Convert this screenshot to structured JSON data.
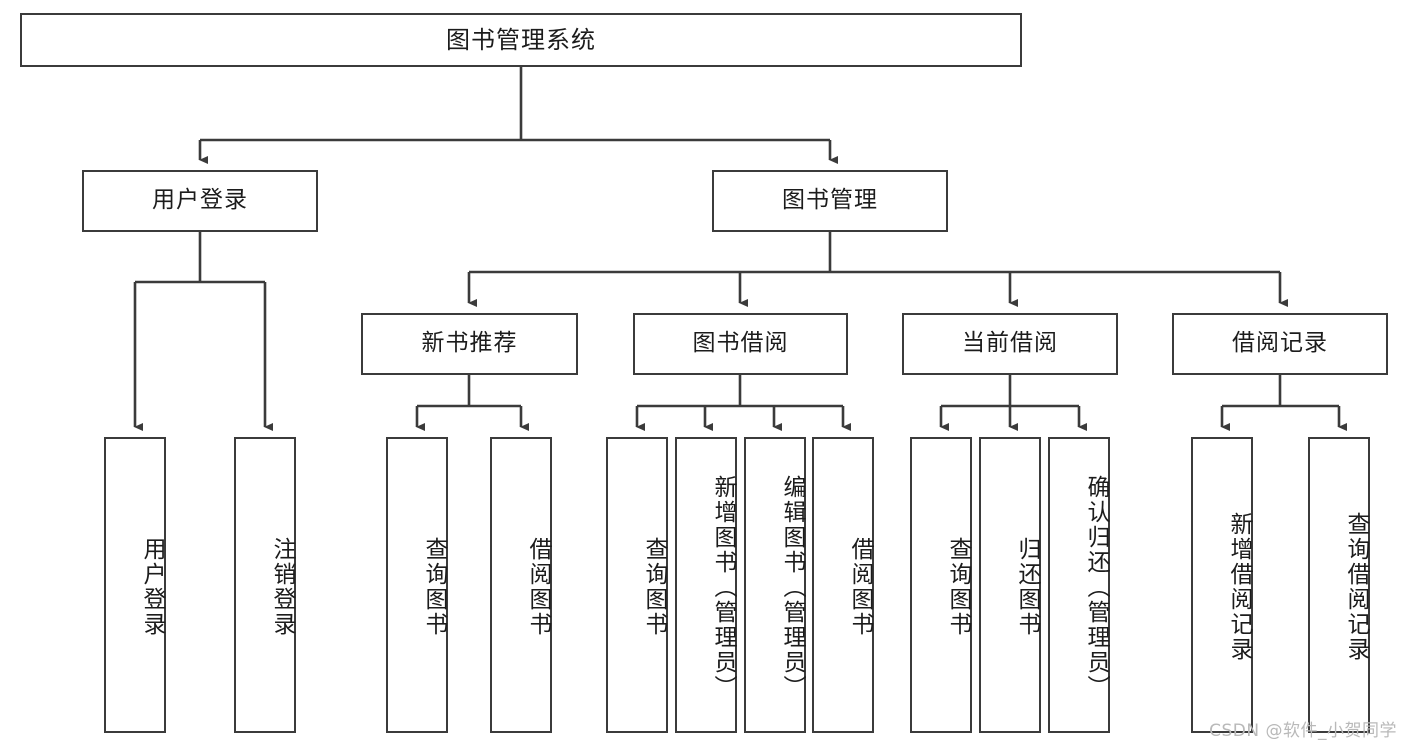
{
  "diagram": {
    "title_text": "图书管理系统",
    "type": "hierarchy-tree",
    "colors": {
      "box_border": "#3b3b3b",
      "box_fill": "#ffffff",
      "edge": "#3b3b3b",
      "text": "#1c1c1c",
      "watermark": "#b9b9b9",
      "background": "#ffffff"
    },
    "levels": {
      "root": {
        "label": "图书管理系统"
      },
      "level2": [
        {
          "id": "user-login",
          "label": "用户登录"
        },
        {
          "id": "book-management",
          "label": "图书管理"
        }
      ],
      "level3": [
        {
          "id": "new-book-recommend",
          "label": "新书推荐",
          "parent": "book-management"
        },
        {
          "id": "book-borrow",
          "label": "图书借阅",
          "parent": "book-management"
        },
        {
          "id": "current-borrow",
          "label": "当前借阅",
          "parent": "book-management"
        },
        {
          "id": "borrow-record",
          "label": "借阅记录",
          "parent": "book-management"
        }
      ],
      "leaves": [
        {
          "id": "leaf-user-login",
          "label": "用户登录",
          "parent": "user-login"
        },
        {
          "id": "leaf-user-logout",
          "label": "注销登录",
          "parent": "user-login"
        },
        {
          "id": "leaf-query-book-1",
          "label": "查询图书",
          "parent": "new-book-recommend"
        },
        {
          "id": "leaf-borrow-book-1",
          "label": "借阅图书",
          "parent": "new-book-recommend"
        },
        {
          "id": "leaf-query-book-2",
          "label": "查询图书",
          "parent": "book-borrow"
        },
        {
          "id": "leaf-add-book",
          "label": "新增图书（管理员）",
          "parent": "book-borrow"
        },
        {
          "id": "leaf-edit-book",
          "label": "编辑图书（管理员）",
          "parent": "book-borrow"
        },
        {
          "id": "leaf-borrow-book-2",
          "label": "借阅图书",
          "parent": "book-borrow"
        },
        {
          "id": "leaf-query-book-3",
          "label": "查询图书",
          "parent": "current-borrow"
        },
        {
          "id": "leaf-return-book",
          "label": "归还图书",
          "parent": "current-borrow"
        },
        {
          "id": "leaf-confirm-return",
          "label": "确认归还（管理员）",
          "parent": "current-borrow"
        },
        {
          "id": "leaf-add-record",
          "label": "新增借阅记录",
          "parent": "borrow-record"
        },
        {
          "id": "leaf-query-record",
          "label": "查询借阅记录",
          "parent": "borrow-record"
        }
      ]
    },
    "watermark": "CSDN @软件_小贺同学"
  }
}
